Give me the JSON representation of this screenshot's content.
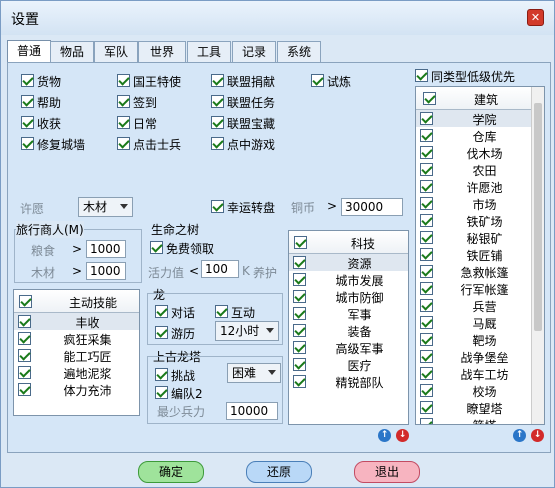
{
  "window": {
    "title": "设置"
  },
  "tabs": [
    {
      "label": "普通",
      "active": true
    },
    {
      "label": "物品"
    },
    {
      "label": "军队"
    },
    {
      "label": "世界"
    },
    {
      "label": "工具"
    },
    {
      "label": "记录"
    },
    {
      "label": "系统"
    }
  ],
  "general": {
    "checks": [
      {
        "label": "货物",
        "checked": true
      },
      {
        "label": "国王特使",
        "checked": true
      },
      {
        "label": "联盟捐献",
        "checked": true
      },
      {
        "label": "试炼",
        "checked": true
      },
      {
        "label": "帮助",
        "checked": true
      },
      {
        "label": "签到",
        "checked": true
      },
      {
        "label": "联盟任务",
        "checked": true
      },
      {
        "label": "收获",
        "checked": true
      },
      {
        "label": "日常",
        "checked": true
      },
      {
        "label": "联盟宝藏",
        "checked": true
      },
      {
        "label": "修复城墙",
        "checked": true
      },
      {
        "label": "点击士兵",
        "checked": true
      },
      {
        "label": "点中游戏",
        "checked": true
      }
    ],
    "wish_label": "许愿",
    "wish_select": "木材",
    "lucky_wheel": {
      "label": "幸运转盘",
      "checked": true
    },
    "copper_label": "铜币",
    "copper_value": "30000",
    "merchant": {
      "title": "旅行商人(M)",
      "grain_label": "粮食",
      "grain_op": ">",
      "grain_value": "1000",
      "wood_label": "木材",
      "wood_op": ">",
      "wood_value": "1000"
    },
    "tree": {
      "title": "生命之树",
      "free_label": "免费领取",
      "free_checked": true,
      "vitality_label": "活力值",
      "vitality_op": "<",
      "vitality_value": "100",
      "vitality_unit": "K",
      "care_label": "养护"
    },
    "dragon": {
      "title": "龙",
      "dialog_label": "对话",
      "interact_label": "互动",
      "travel_label": "游历",
      "travel_select": "12小时"
    },
    "ancient": {
      "title": "上古龙塔",
      "challenge_label": "挑战",
      "difficulty": "困难",
      "team_label": "编队2",
      "min_troops_label": "最少兵力",
      "min_troops_value": "10000"
    }
  },
  "skills_list": {
    "header": "主动技能",
    "items": [
      "丰收",
      "疯狂采集",
      "能工巧匠",
      "遍地泥浆",
      "体力充沛"
    ]
  },
  "tech_list": {
    "header": "科技",
    "items": [
      "资源",
      "城市发展",
      "城市防御",
      "军事",
      "装备",
      "高级军事",
      "医疗",
      "精锐部队"
    ]
  },
  "building_list": {
    "priority_label": "同类型低级优先",
    "header": "建筑",
    "items": [
      "学院",
      "仓库",
      "伐木场",
      "农田",
      "许愿池",
      "市场",
      "铁矿场",
      "秘银矿",
      "铁匠铺",
      "急救帐篷",
      "行军帐篷",
      "兵营",
      "马厩",
      "靶场",
      "战争堡垒",
      "战车工坊",
      "校场",
      "瞭望塔",
      "箭塔"
    ]
  },
  "buttons": {
    "ok": "确定",
    "restore": "还原",
    "exit": "退出"
  },
  "colors": {
    "ok": "#9fe39b",
    "restore": "#b9d8f7",
    "exit": "#f7b4c0"
  }
}
